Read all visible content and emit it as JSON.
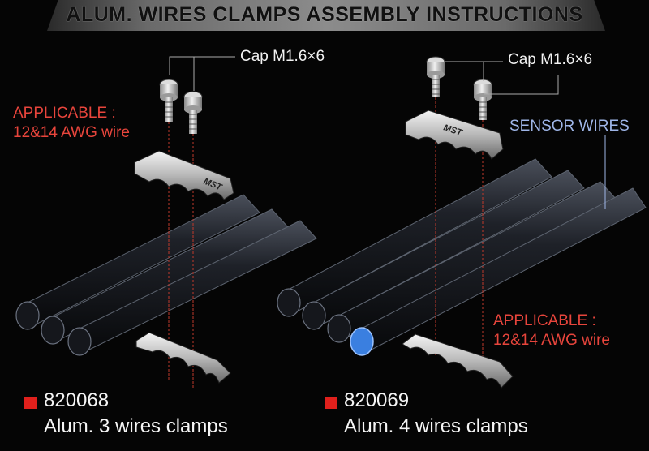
{
  "title": "ALUM. WIRES CLAMPS ASSEMBLY INSTRUCTIONS",
  "left": {
    "cap_label": "Cap M1.6×6",
    "applicable_line1": "APPLICABLE :",
    "applicable_line2": "12&14 AWG wire",
    "clamp_logo": "MST",
    "part_number": "820068",
    "part_desc": "Alum. 3 wires clamps"
  },
  "right": {
    "cap_label": "Cap M1.6×6",
    "sensor_label": "SENSOR WIRES",
    "applicable_line1": "APPLICABLE :",
    "applicable_line2": "12&14 AWG wire",
    "clamp_logo": "MST",
    "part_number": "820069",
    "part_desc": "Alum. 4 wires clamps"
  },
  "colors": {
    "accent_red": "#e0201c",
    "label_red": "#e8453c",
    "sensor_blue": "#9fb6e8",
    "wire_end_blue": "#3a7fe0"
  }
}
